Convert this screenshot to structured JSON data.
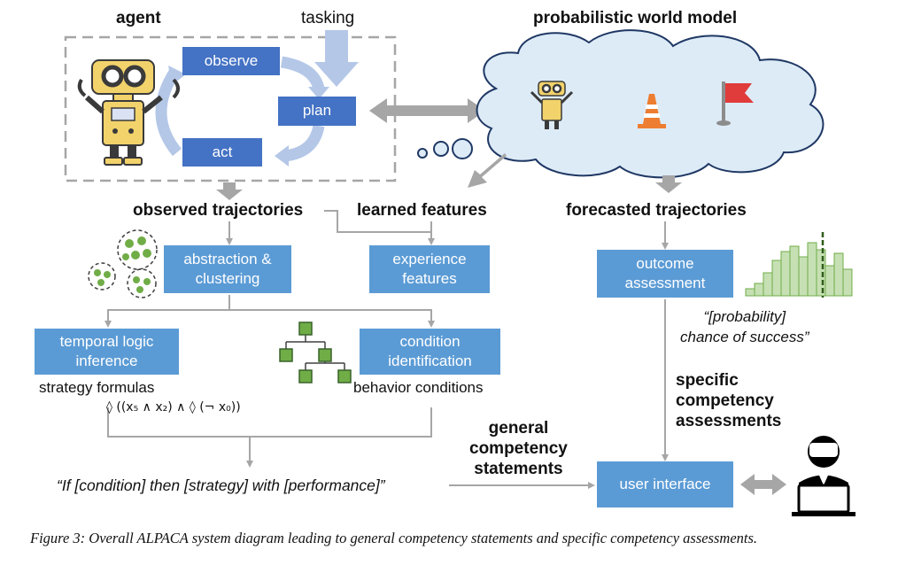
{
  "agent": {
    "title": "agent",
    "tasking": "tasking",
    "observe": "observe",
    "plan": "plan",
    "act": "act"
  },
  "world_model": {
    "title": "probabilistic world model"
  },
  "flows": {
    "observed_trajectories": "observed trajectories",
    "learned_features": "learned features",
    "forecasted_trajectories": "forecasted trajectories"
  },
  "boxes": {
    "abstraction_line1": "abstraction &",
    "abstraction_line2": "clustering",
    "experience_line1": "experience",
    "experience_line2": "features",
    "outcome_line1": "outcome",
    "outcome_line2": "assessment",
    "temporal_line1": "temporal logic",
    "temporal_line2": "inference",
    "condition_line1": "condition",
    "condition_line2": "identification",
    "user_interface": "user interface"
  },
  "labels": {
    "strategy_formulas": "strategy formulas",
    "behavior_conditions": "behavior conditions",
    "formula": "◊ ((x₅ ∧ x₂) ∧ ◊ (¬ x₀))",
    "probability_line1": "“[probability]",
    "probability_line2": "chance of success”",
    "specific_line1": "specific",
    "specific_line2": "competency",
    "specific_line3": "assessments",
    "general_line1": "general",
    "general_line2": "competency",
    "general_line3": "statements",
    "statement": "“If [condition] then [strategy] with [performance]”"
  },
  "caption": "Figure 3: Overall ALPACA system diagram leading to general competency statements and specific competency assessments.",
  "colors": {
    "box_light": "#5b9bd5",
    "box_dark": "#4472c4",
    "cloud_fill": "#ddebf7",
    "cloud_stroke": "#1f3864",
    "arrow_gray": "#a6a6a6",
    "robot_yellow": "#f2d26b",
    "cone_orange": "#ed7d31",
    "flag_red": "#e03c3c",
    "cluster_green": "#70ad47",
    "histogram_green": "#c6e0b4"
  },
  "icons": [
    "robot-icon",
    "traffic-cone-icon",
    "flag-icon",
    "cluster-icon",
    "tree-icon",
    "histogram-icon",
    "user-at-laptop-icon",
    "thought-bubble-icon"
  ]
}
